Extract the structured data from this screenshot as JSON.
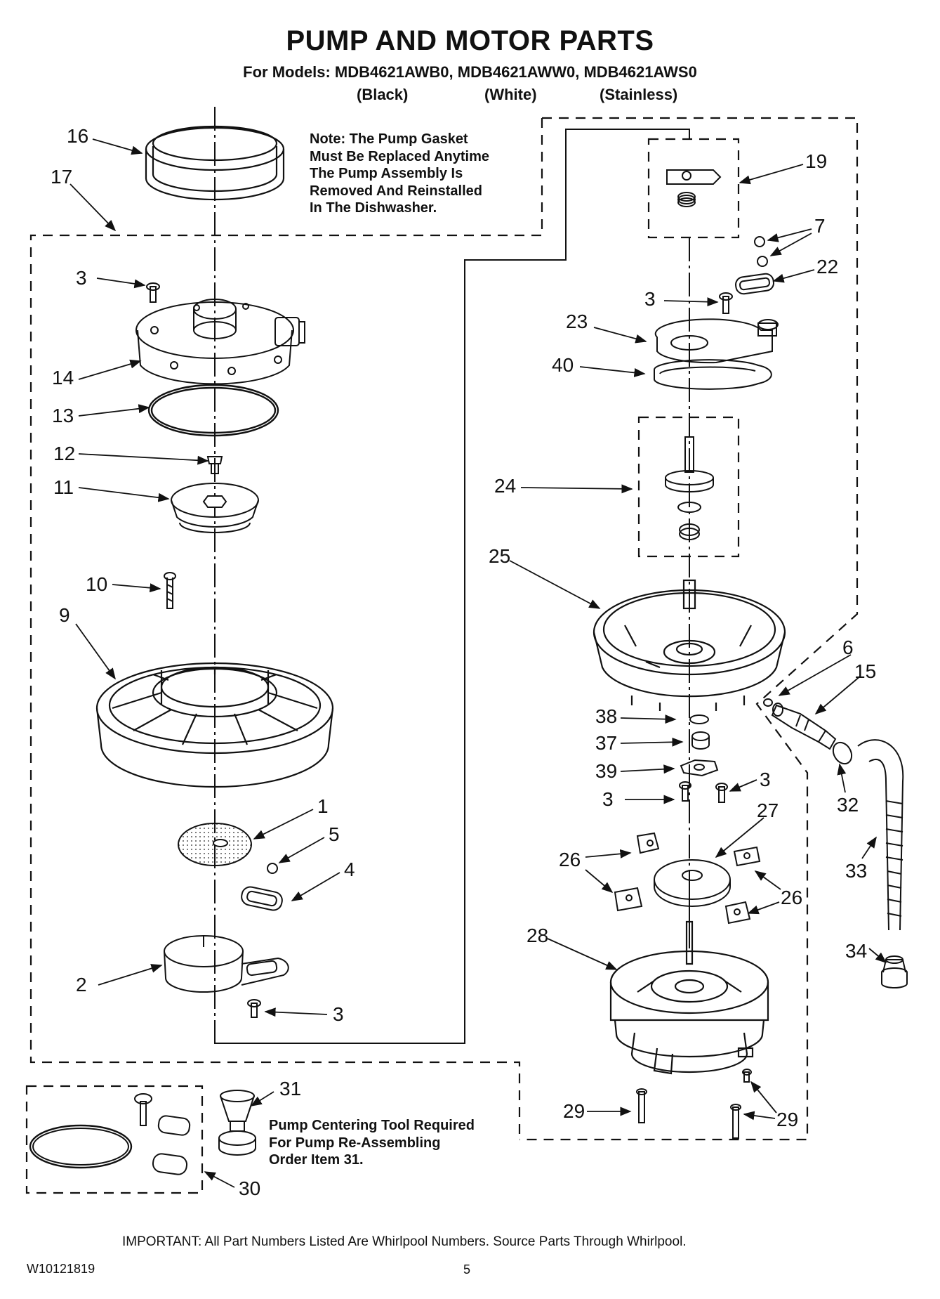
{
  "title": "PUMP AND MOTOR PARTS",
  "models_line": "For Models: MDB4621AWB0, MDB4621AWW0, MDB4621AWS0",
  "variants": [
    "(Black)",
    "(White)",
    "(Stainless)"
  ],
  "note_gasket": [
    "Note: The Pump Gasket",
    "Must Be Replaced Anytime",
    "The Pump Assembly Is",
    "Removed And Reinstalled",
    "In The Dishwasher."
  ],
  "note_tool": [
    "Pump Centering Tool Required",
    "For Pump Re-Assembling",
    "Order Item 31."
  ],
  "important": "IMPORTANT: All Part Numbers Listed Are Whirlpool Numbers. Source Parts Through Whirlpool.",
  "doc_number": "W10121819",
  "page_number": "5",
  "callouts": {
    "c16": "16",
    "c17": "17",
    "c3a": "3",
    "c14": "14",
    "c13": "13",
    "c12": "12",
    "c11": "11",
    "c10": "10",
    "c9": "9",
    "c1": "1",
    "c5": "5",
    "c4": "4",
    "c2": "2",
    "c3b": "3",
    "c31": "31",
    "c30": "30",
    "c19": "19",
    "c7": "7",
    "c22": "22",
    "c3c": "3",
    "c23": "23",
    "c40": "40",
    "c24": "24",
    "c25": "25",
    "c6": "6",
    "c15": "15",
    "c38": "38",
    "c37": "37",
    "c39": "39",
    "c3d": "3",
    "c3e": "3",
    "c32": "32",
    "c27": "27",
    "c26a": "26",
    "c26b": "26",
    "c33": "33",
    "c28": "28",
    "c34": "34",
    "c29a": "29",
    "c29b": "29"
  }
}
